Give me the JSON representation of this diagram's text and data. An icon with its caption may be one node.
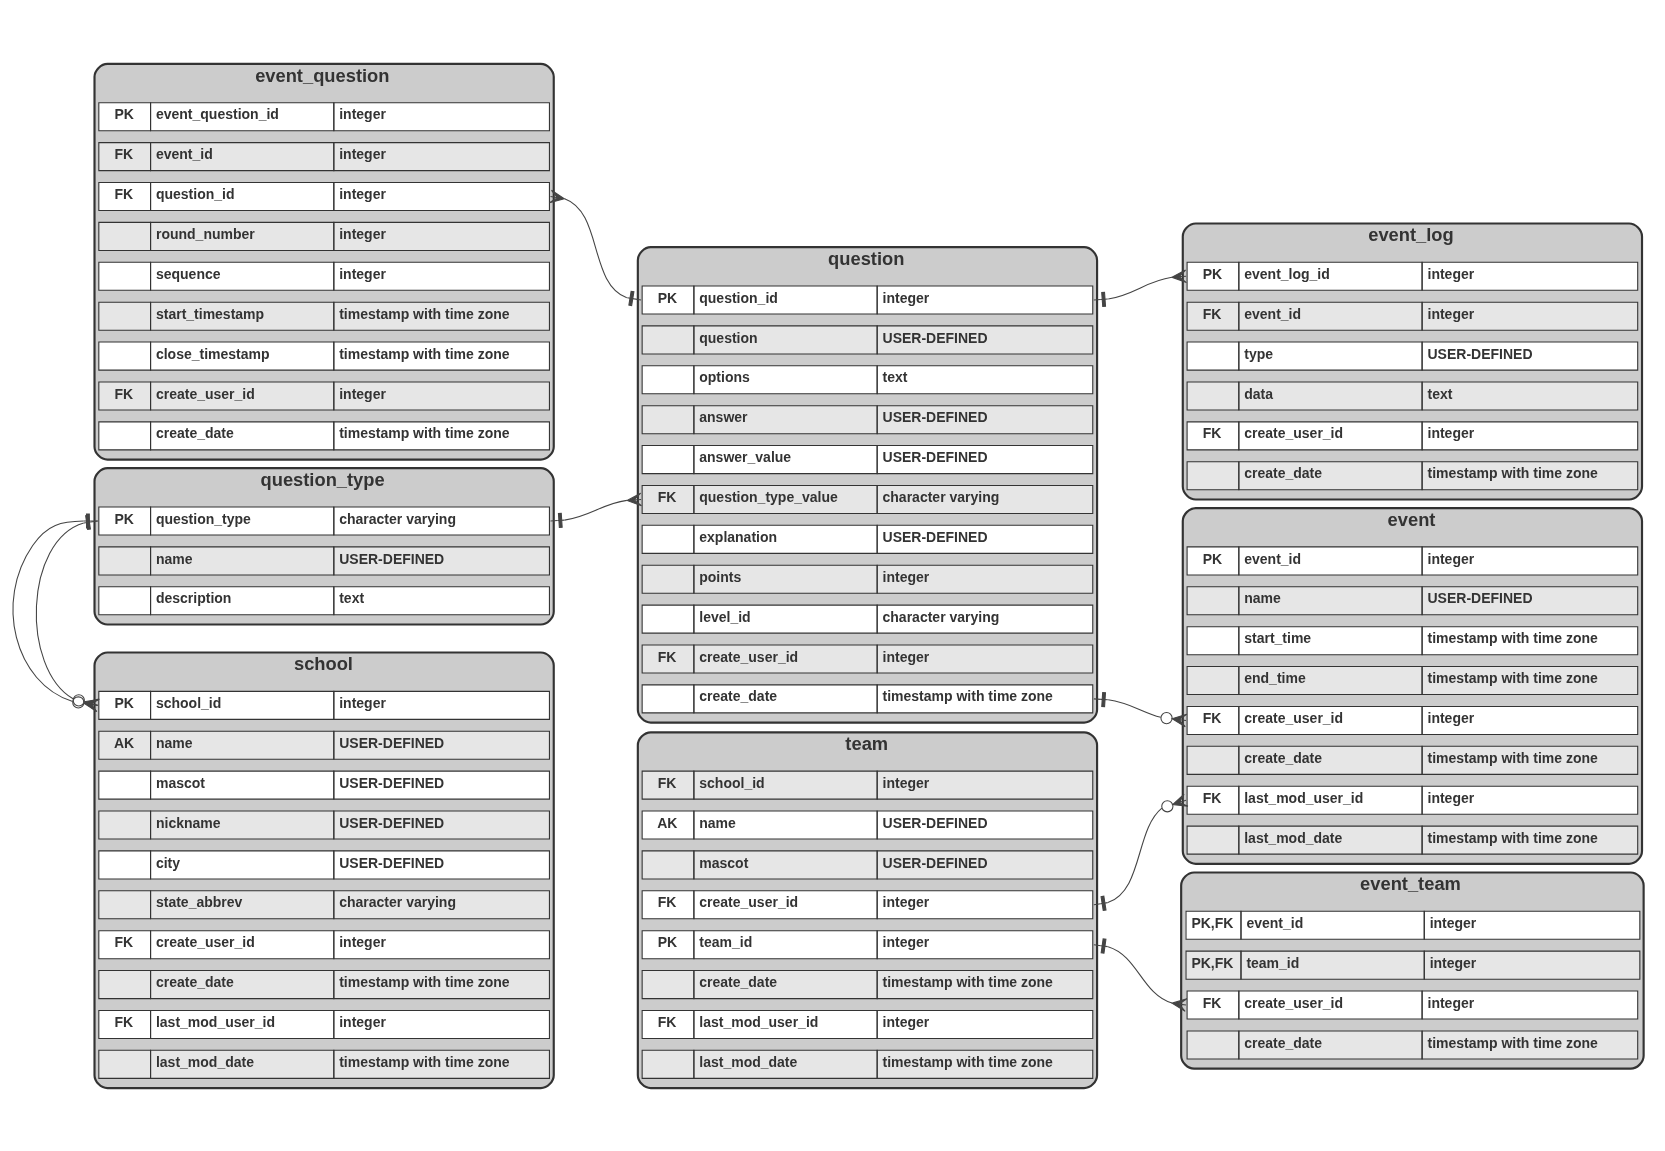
{
  "diagram": {
    "nodes": [
      {
        "text": [
          "event_question"
        ]
      },
      {
        "text": [
          "PK",
          "event_question_id",
          "integer"
        ],
        "in": 0
      },
      {
        "text": [
          "FK",
          "event_id",
          "integer"
        ],
        "in": 0
      },
      {
        "text": [
          "FK",
          "question_id",
          "integer"
        ],
        "in": 0
      },
      {
        "text": [
          "round_number",
          "integer"
        ],
        "in": 0
      },
      {
        "text": [
          "sequence",
          "integer"
        ],
        "in": 0
      },
      {
        "text": [
          "start_timestamp",
          "timestamp with time zone"
        ],
        "in": 0
      },
      {
        "text": [
          "close_timestamp",
          "timestamp with time zone"
        ],
        "in": 0
      },
      {
        "text": [
          "FK",
          "create_user_id",
          "integer"
        ],
        "in": 0
      },
      {
        "text": [
          "create_date",
          "timestamp with time zone"
        ],
        "in": 0
      },
      {
        "text": [
          "question"
        ]
      },
      {
        "text": [
          "PK",
          "question_id",
          "integer"
        ],
        "in": 10
      },
      {
        "text": [
          "question",
          "USER-DEFINED"
        ],
        "in": 10
      },
      {
        "text": [
          "options",
          "text"
        ],
        "in": 10
      },
      {
        "text": [
          "answer",
          "USER-DEFINED"
        ],
        "in": 10
      },
      {
        "text": [
          "answer_value",
          "USER-DEFINED"
        ],
        "in": 10
      },
      {
        "text": [
          "FK",
          "question_type_value",
          "character varying"
        ],
        "in": 10
      },
      {
        "text": [
          "explanation",
          "USER-DEFINED"
        ],
        "in": 10
      },
      {
        "text": [
          "points",
          "integer"
        ],
        "in": 10
      },
      {
        "text": [
          "level_id",
          "character varying"
        ],
        "in": 10
      },
      {
        "text": [
          "FK",
          "create_user_id",
          "integer"
        ],
        "in": 10
      },
      {
        "text": [
          "create_date",
          "timestamp with time zone"
        ],
        "in": 10
      },
      {
        "text": [
          "event_log"
        ]
      },
      {
        "text": [
          "PK",
          "event_log_id",
          "integer"
        ],
        "in": 22
      },
      {
        "text": [
          "FK",
          "event_id",
          "integer"
        ],
        "in": 22
      },
      {
        "text": [
          "type",
          "USER-DEFINED"
        ],
        "in": 22
      },
      {
        "text": [
          "data",
          "text"
        ],
        "in": 22
      },
      {
        "text": [
          "FK",
          "create_user_id",
          "integer"
        ],
        "in": 22
      },
      {
        "text": [
          "create_date",
          "timestamp with time zone"
        ],
        "in": 22
      },
      {
        "text": [
          "question_type"
        ]
      },
      {
        "text": [
          "PK",
          "question_type",
          "character varying"
        ],
        "in": 29
      },
      {
        "text": [
          "name",
          "USER-DEFINED"
        ],
        "in": 29
      },
      {
        "text": [
          "description",
          "text"
        ],
        "in": 29
      },
      {
        "text": [
          "event"
        ]
      },
      {
        "text": [
          "PK",
          "event_id",
          "integer"
        ],
        "in": 33
      },
      {
        "text": [
          "name",
          "USER-DEFINED"
        ],
        "in": 33
      },
      {
        "text": [
          "start_time",
          "timestamp with time zone"
        ],
        "in": 33
      },
      {
        "text": [
          "end_time",
          "timestamp with time zone"
        ],
        "in": 33
      },
      {
        "text": [
          "FK",
          "create_user_id",
          "integer"
        ],
        "in": 33
      },
      {
        "text": [
          "create_date",
          "timestamp with time zone"
        ],
        "in": 33
      },
      {
        "text": [
          "FK",
          "last_mod_user_id",
          "integer"
        ],
        "in": 33
      },
      {
        "text": [
          "last_mod_date",
          "timestamp with time zone"
        ],
        "in": 33
      },
      {
        "text": [
          "team"
        ]
      },
      {
        "text": [
          "PK",
          "team_id",
          "integer"
        ],
        "in": 42
      },
      {
        "text": [
          "FK",
          "school_id",
          "integer"
        ],
        "in": 42
      },
      {
        "text": [
          "AK",
          "name",
          "USER-DEFINED"
        ],
        "in": 42
      },
      {
        "text": [
          "mascot",
          "USER-DEFINED"
        ],
        "in": 42
      },
      {
        "text": [
          "FK",
          "create_user_id",
          "integer"
        ],
        "in": 42
      },
      {
        "text": [
          "create_date",
          "timestamp with time zone"
        ],
        "in": 42
      },
      {
        "text": [
          "FK",
          "last_mod_user_id",
          "integer"
        ],
        "in": 42
      },
      {
        "text": [
          "last_mod_date",
          "timestamp with time zone"
        ],
        "in": 42
      },
      {
        "text": [
          "school"
        ]
      },
      {
        "text": [
          "PK",
          "school_id",
          "integer"
        ],
        "in": 51
      },
      {
        "text": [
          "AK",
          "name",
          "USER-DEFINED"
        ],
        "in": 51
      },
      {
        "text": [
          "mascot",
          "USER-DEFINED"
        ],
        "in": 51
      },
      {
        "text": [
          "nickname",
          "USER-DEFINED"
        ],
        "in": 51
      },
      {
        "text": [
          "city",
          "USER-DEFINED"
        ],
        "in": 51
      },
      {
        "text": [
          "state_abbrev",
          "character varying"
        ],
        "in": 51
      },
      {
        "text": [
          "FK",
          "create_user_id",
          "integer"
        ],
        "in": 51
      },
      {
        "text": [
          "create_date",
          "timestamp with time zone"
        ],
        "in": 51
      },
      {
        "text": [
          "FK",
          "last_mod_user_id",
          "integer"
        ],
        "in": 51
      },
      {
        "text": [
          "last_mod_date",
          "timestamp with time zone"
        ],
        "in": 51
      },
      {
        "text": [
          "event_team"
        ]
      },
      {
        "text": [
          "PK,FK",
          "event_id",
          "integer"
        ],
        "in": 62
      },
      {
        "text": [
          "PK,FK",
          "team_id",
          "integer"
        ],
        "in": 62
      },
      {
        "text": [
          "FK",
          "create_user_id",
          "integer"
        ],
        "in": 62
      },
      {
        "text": [
          "create_date",
          "timestamp with time zone"
        ],
        "in": 62
      }
    ],
    "edges": [
      {
        "from": 3,
        "to": 11,
        "arrow": "other"
      },
      {
        "from": 30,
        "to": 16,
        "arrow": "other"
      },
      {
        "from": 11,
        "to": 23,
        "arrow": "other"
      },
      {
        "from": 21,
        "to": 38,
        "arrow": "other"
      },
      {
        "from": 47,
        "to": 40,
        "arrow": "other"
      },
      {
        "from": 43,
        "to": 65,
        "arrow": "other"
      },
      {
        "from": 30,
        "to": 52,
        "arrow": "other"
      }
    ]
  }
}
